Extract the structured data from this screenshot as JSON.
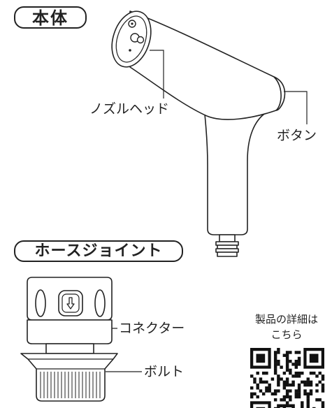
{
  "sections": {
    "body_title": "本体",
    "hose_joint_title": "ホースジョイント"
  },
  "labels": {
    "nozzle_head": "ノズルヘッド",
    "button": "ボタン",
    "connector": "コネクター",
    "bolt": "ボルト"
  },
  "qr": {
    "caption_line1": "製品の詳細は",
    "caption_line2": "こちら"
  },
  "icons": {
    "connector_arrow": "down-arrow-icon",
    "qr": "qr-code-icon"
  }
}
